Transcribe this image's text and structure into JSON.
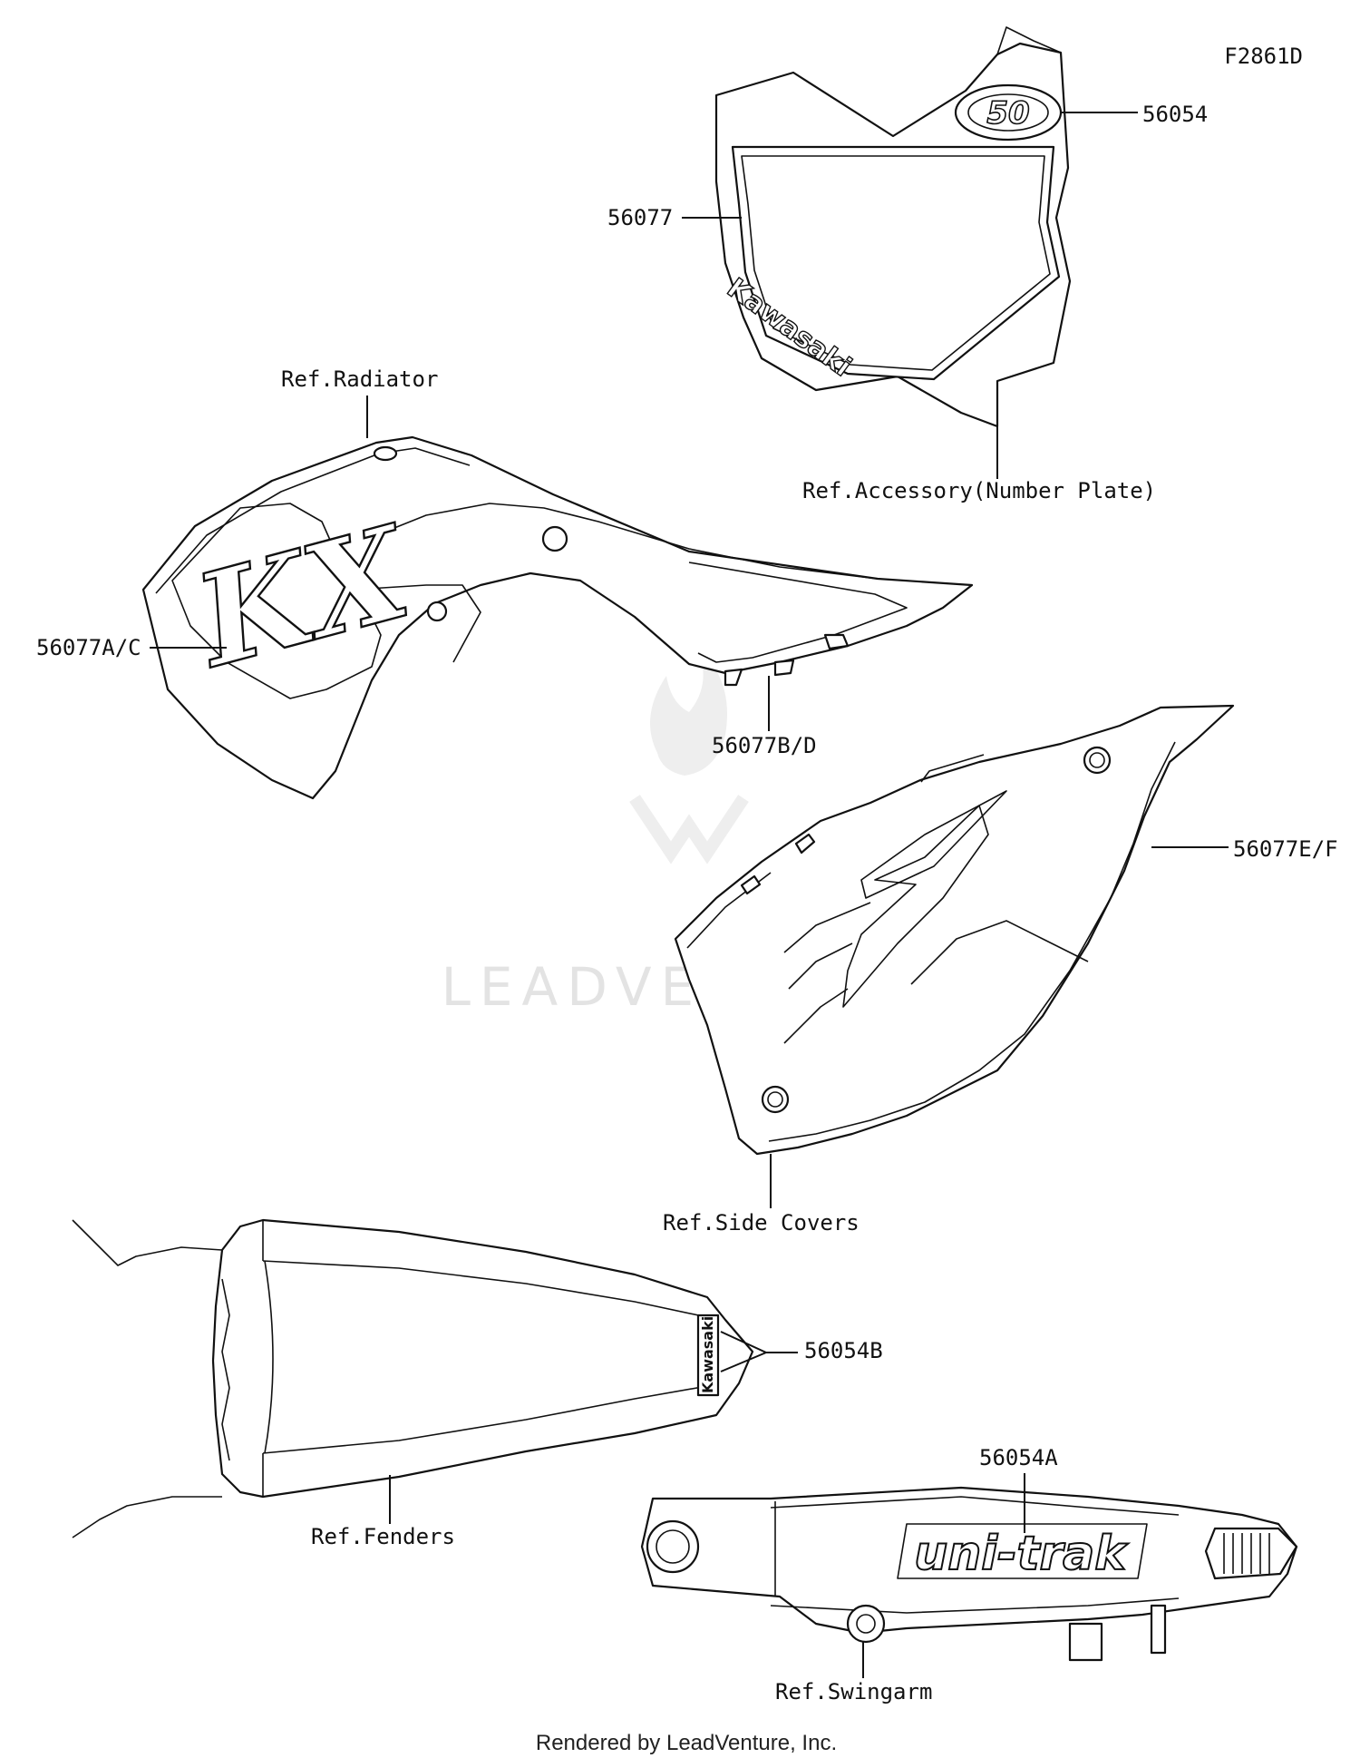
{
  "diagram_code": "F2861D",
  "labels": {
    "l56054": "56054",
    "l56077": "56077",
    "ref_radiator": "Ref.Radiator",
    "ref_number_plate": "Ref.Accessory(Number Plate)",
    "l56077ac": "56077A/C",
    "l56077bd": "56077B/D",
    "l56077ef": "56077E/F",
    "ref_side_covers": "Ref.Side Covers",
    "l56054b": "56054B",
    "ref_fenders": "Ref.Fenders",
    "l56054a": "56054A",
    "ref_swingarm": "Ref.Swingarm"
  },
  "decal_text": {
    "kawasaki_plate": "Kawasaki",
    "kawasaki_fender": "Kawasaki",
    "kx_logo": "KX",
    "badge_number": "50",
    "unitrak": "uni-trak"
  },
  "watermark": "LEADVENTURE",
  "footer": "Rendered by LeadVenture, Inc."
}
